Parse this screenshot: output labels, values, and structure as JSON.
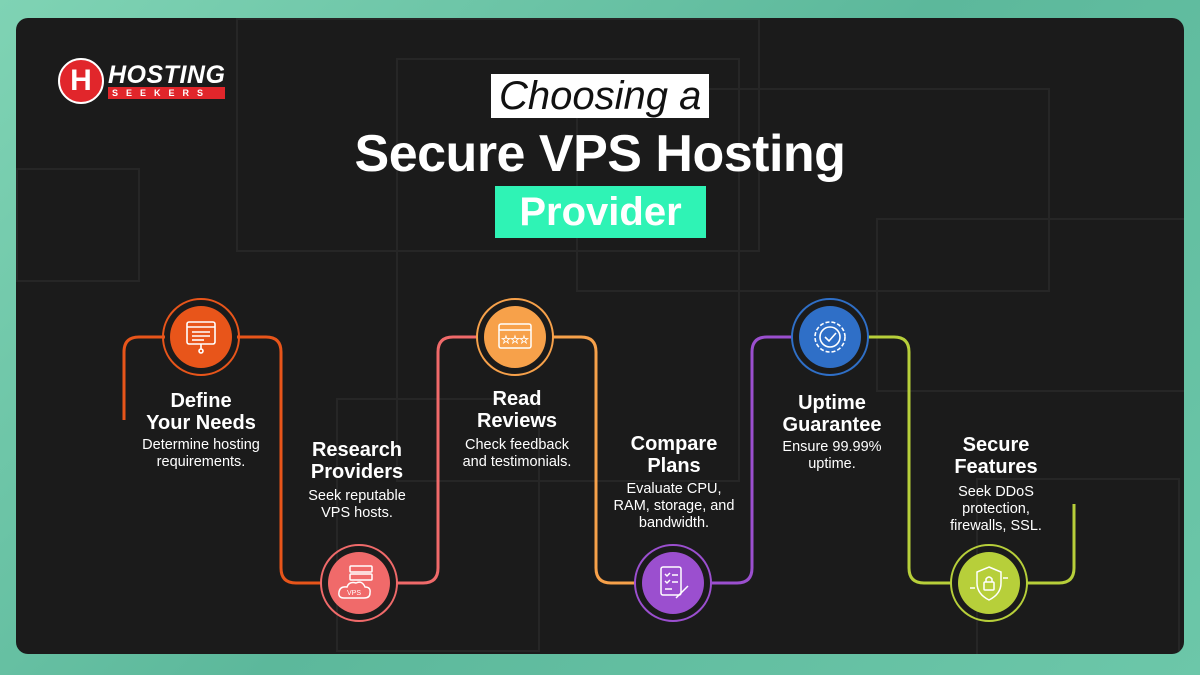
{
  "logo": {
    "letter": "H",
    "top": "HOSTING",
    "bottom": "SEEKERS"
  },
  "title": {
    "line1": "Choosing a",
    "line2": "Secure VPS Hosting",
    "line3": "Provider"
  },
  "steps": [
    {
      "title1": "Define",
      "title2": "Your Needs",
      "desc1": "Determine hosting",
      "desc2": "requirements.",
      "color": "#e8551a",
      "icon": "browser-layout-icon"
    },
    {
      "title1": "Research",
      "title2": "Providers",
      "desc1": "Seek reputable",
      "desc2": "VPS hosts.",
      "color": "#f06a6a",
      "icon": "vps-server-icon"
    },
    {
      "title1": "Read",
      "title2": "Reviews",
      "desc1": "Check feedback",
      "desc2": "and testimonials.",
      "color": "#f7a14a",
      "icon": "star-rating-icon"
    },
    {
      "title1": "Compare",
      "title2": "Plans",
      "desc1": "Evaluate CPU,",
      "desc2": "RAM, storage, and",
      "desc3": "bandwidth.",
      "color": "#9b4fcf",
      "icon": "checklist-icon"
    },
    {
      "title1": "Uptime",
      "title2": "Guarantee",
      "desc1": "Ensure 99.99%",
      "desc2": "uptime.",
      "color": "#2f6fc7",
      "icon": "check-badge-icon"
    },
    {
      "title1": "Secure",
      "title2": "Features",
      "desc1": "Seek DDoS",
      "desc2": "protection,",
      "desc3": "firewalls, SSL.",
      "color": "#b7cf3a",
      "icon": "shield-lock-icon"
    }
  ]
}
